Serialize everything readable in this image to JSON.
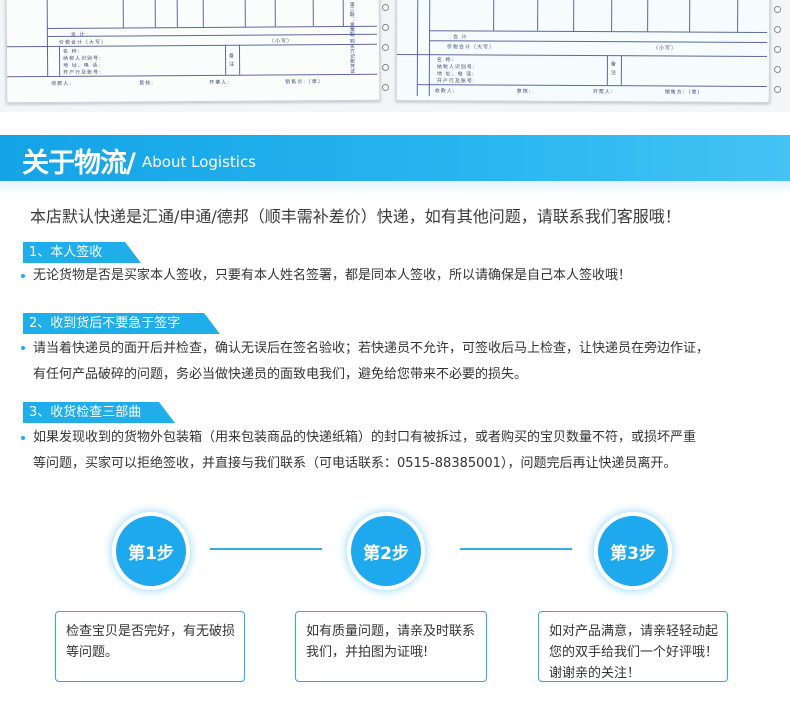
{
  "banner": {
    "title": "关于物流/",
    "subtitle": "About Logistics"
  },
  "notice": "本店默认快递是汇通/申通/德邦（顺丰需补差价）快递，如有其他问题，请联系我们客服哦！",
  "sections": [
    {
      "heading": "1、本人签收",
      "lines": [
        "无论货物是否是买家本人签收，只要有本人姓名签署，都是同本人签收，所以请确保是自己本人签收哦！"
      ]
    },
    {
      "heading": "2、收到货后不要急于签字",
      "lines": [
        "请当着快递员的面开后并检查，确认无误后在签名验收；若快递员不允许，可签收后马上检查，让快递员在旁边作证，",
        "有任何产品破碎的问题，务必当做快递员的面致电我们，避免给您带来不必要的损失。"
      ]
    },
    {
      "heading": "3、收货检查三部曲",
      "lines": [
        "如果发现收到的货物外包装箱（用来包装商品的快递纸箱）的封口有被拆过，或者购买的宝贝数量不符，或损坏严重",
        "等问题，买家可以拒绝签收，并直接与我们联系（可电话联系：0515-88385001），问题完后再让快递员离开。"
      ]
    }
  ],
  "steps": [
    {
      "label": "第1步",
      "text": "检查宝贝是否完好，有无破损等问题。"
    },
    {
      "label": "第2步",
      "text": "如有质量问题，请亲及时联系我们，并拍图为证哦!"
    },
    {
      "label": "第3步",
      "text": "如对产品满意，请亲轻轻动起您的双手给我们一个好评哦！谢谢亲的关注！"
    }
  ],
  "invoice": {
    "left": {
      "row_total": "合        计",
      "row_amount": "价税合计（大写）",
      "row_small": "（小写）",
      "seller_lines": [
        "名        称:",
        "纳税人识别号:",
        "地  址、电  话:",
        "开户行及账号:"
      ],
      "remark": "备  注",
      "footer": [
        "收款人:",
        "复核:",
        "开票人:",
        "销售方:（章）"
      ],
      "side_text": "第三联：发票联 购买方记账凭证"
    },
    "right": {
      "row_total": "合        计",
      "row_amount": "价税合计（大写）",
      "row_small": "（小写）",
      "seller_lines": [
        "名        称:",
        "纳税人识别号:",
        "地  址、电  话:",
        "开户行及账号:"
      ],
      "remark": "备  注",
      "footer": [
        "收款人:",
        "复核:",
        "开票人:",
        "销售方:（章）"
      ]
    }
  },
  "colors": {
    "accent": "#1faeea",
    "banner": "#14a3e6",
    "text": "#333333"
  }
}
